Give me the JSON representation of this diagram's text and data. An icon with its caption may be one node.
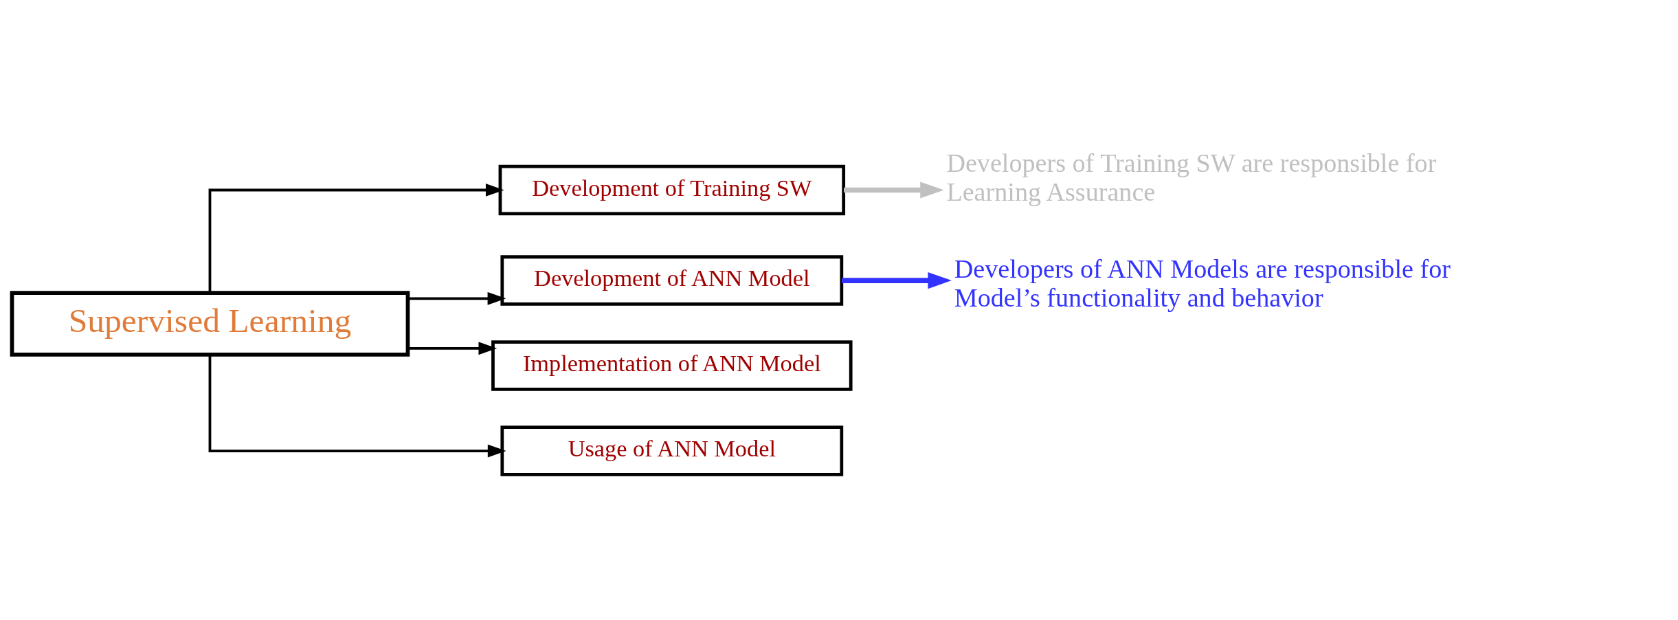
{
  "diagram": {
    "nodes": [
      {
        "text": [
          "Supervised Learning"
        ]
      },
      {
        "text": [
          "Development of Training SW"
        ]
      },
      {
        "text": [
          "Development of ANN Model"
        ]
      },
      {
        "text": [
          "Implementation of ANN Model"
        ]
      },
      {
        "text": [
          "Usage of ANN Model"
        ]
      },
      {
        "text": [
          "Developers of Training SW are responsible for Learning Assurance"
        ]
      },
      {
        "text": [
          "Developers of ANN Models are responsible for Model’s functionality and behavior"
        ]
      }
    ],
    "edges": [
      {
        "from": 0,
        "to": 1,
        "arrow": "to"
      },
      {
        "from": 0,
        "to": 2,
        "arrow": "to"
      },
      {
        "from": 0,
        "to": 3,
        "arrow": "to"
      },
      {
        "from": 0,
        "to": 4,
        "arrow": "to"
      },
      {
        "from": 1,
        "to": 5,
        "arrow": "to",
        "style": "thick",
        "color": "#c0c0c0"
      },
      {
        "from": 2,
        "to": 6,
        "arrow": "to",
        "style": "thick",
        "color": "#3333ff"
      }
    ]
  }
}
